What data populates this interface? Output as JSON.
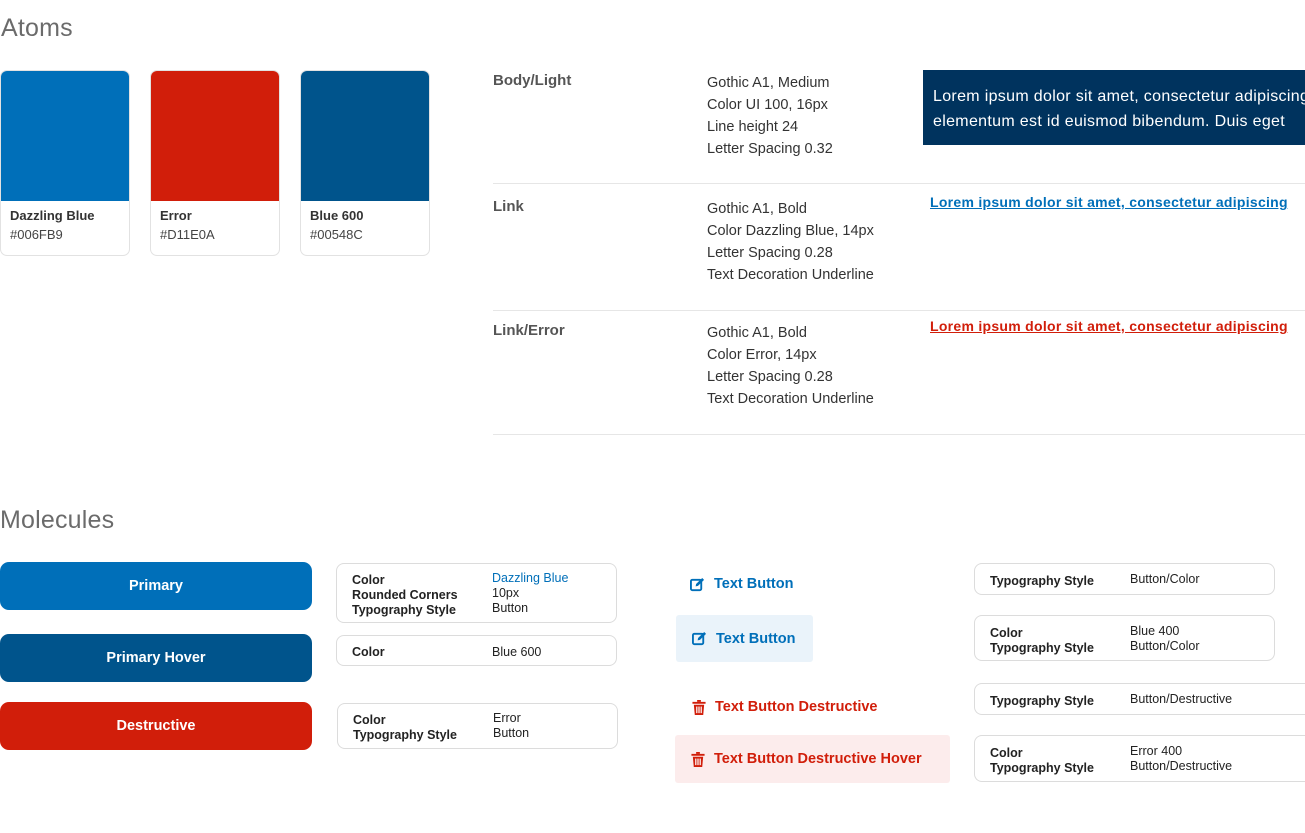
{
  "sections": {
    "atoms": "Atoms",
    "molecules": "Molecules"
  },
  "swatches": [
    {
      "name": "Dazzling Blue",
      "hex": "#006FB9"
    },
    {
      "name": "Error",
      "hex": "#D11E0A"
    },
    {
      "name": "Blue 600",
      "hex": "#00548C"
    }
  ],
  "typography": {
    "body_light": {
      "label": "Body/Light",
      "specs": [
        "Gothic A1, Medium",
        "Color UI 100, 16px",
        "Line height 24",
        "Letter Spacing 0.32"
      ],
      "sample": [
        "Lorem ipsum dolor sit amet, consectetur adipiscing",
        "elementum est id euismod bibendum. Duis eget"
      ]
    },
    "link": {
      "label": "Link",
      "specs": [
        "Gothic A1, Bold",
        "Color Dazzling Blue, 14px",
        "Letter Spacing 0.28",
        "Text Decoration Underline"
      ],
      "sample": "Lorem ipsum dolor sit amet, consectetur adipiscing"
    },
    "link_error": {
      "label": "Link/Error",
      "specs": [
        "Gothic A1, Bold",
        "Color Error, 14px",
        "Letter Spacing 0.28",
        "Text Decoration Underline"
      ],
      "sample": "Lorem ipsum dolor sit amet, consectetur adipiscing"
    }
  },
  "buttons": {
    "primary": "Primary",
    "primary_hover": "Primary Hover",
    "destructive": "Destructive"
  },
  "button_props": {
    "primary": {
      "k": [
        "Color",
        "Rounded Corners",
        "Typography Style"
      ],
      "v": [
        "Dazzling Blue",
        "10px",
        "Button"
      ]
    },
    "primary_hover": {
      "k": [
        "Color"
      ],
      "v": [
        "Blue 600"
      ]
    },
    "destructive": {
      "k": [
        "Color",
        "Typography Style"
      ],
      "v": [
        "Error",
        "Button"
      ]
    }
  },
  "text_buttons": {
    "text": "Text Button",
    "text_hover": "Text Button",
    "destructive": "Text Button Destructive",
    "destructive_hover": "Text Button Destructive Hover"
  },
  "text_button_props": {
    "text": {
      "k": [
        "Typography Style"
      ],
      "v": [
        "Button/Color"
      ]
    },
    "text_hover": {
      "k": [
        "Color",
        "Typography Style"
      ],
      "v": [
        "Blue 400",
        "Button/Color"
      ]
    },
    "destructive": {
      "k": [
        "Typography Style"
      ],
      "v": [
        "Button/Destructive"
      ]
    },
    "destructive_hover": {
      "k": [
        "Color",
        "Typography Style"
      ],
      "v": [
        "Error 400",
        "Button/Destructive"
      ]
    }
  },
  "colors": {
    "dazzling_blue": "#006FB9",
    "error": "#D11E0A",
    "blue_600": "#00548C",
    "dark_navy": "#00335E",
    "text_hover_bg": "#EAF3FA",
    "destructive_hover_bg": "#FCECEC"
  },
  "icons": {
    "text_button": "edit-icon",
    "destructive_button": "trash-icon"
  }
}
